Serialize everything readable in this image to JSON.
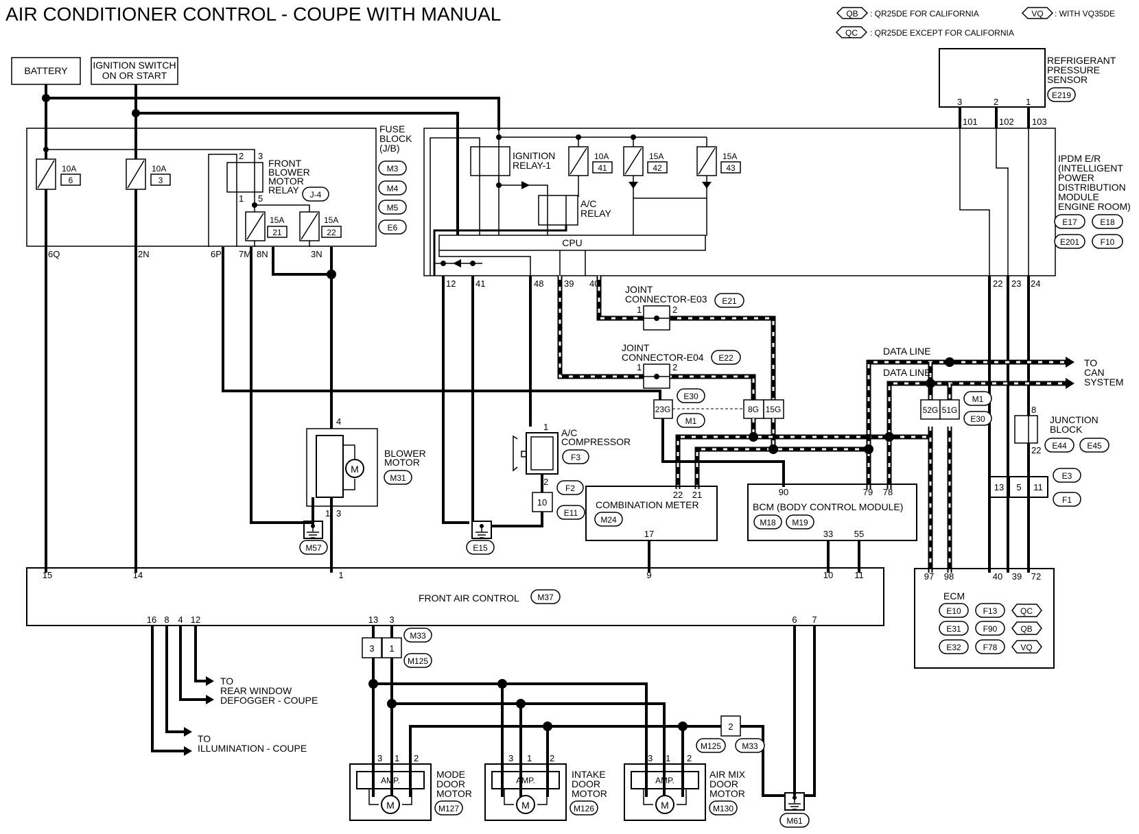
{
  "title": "AIR CONDITIONER CONTROL - COUPE WITH MANUAL",
  "legend": [
    {
      "code": "QB",
      "text": ": QR25DE FOR CALIFORNIA"
    },
    {
      "code": "QC",
      "text": ": QR25DE EXCEPT FOR CALIFORNIA"
    },
    {
      "code": "VQ",
      "text": ": WITH VQ35DE"
    }
  ],
  "sources": {
    "battery": "BATTERY",
    "ignition_line1": "IGNITION SWITCH",
    "ignition_line2": "ON OR START"
  },
  "fuse_block": {
    "label": [
      "FUSE",
      "BLOCK",
      "(J/B)"
    ],
    "connectors": [
      "M3",
      "M4",
      "M5",
      "E6"
    ],
    "fuses": [
      {
        "amp": "10A",
        "num": "6"
      },
      {
        "amp": "10A",
        "num": "3"
      },
      {
        "amp": "15A",
        "num": "21"
      },
      {
        "amp": "15A",
        "num": "22"
      }
    ],
    "relay_label": [
      "FRONT",
      "BLOWER",
      "MOTOR",
      "RELAY"
    ],
    "relay_connector": "J-4",
    "relay_pins": [
      "2",
      "3",
      "1",
      "5"
    ],
    "terminals": [
      "6Q",
      "2N",
      "6P",
      "7M",
      "8N",
      "3N"
    ]
  },
  "ipdm": {
    "label": [
      "IPDM E/R",
      "(INTELLIGENT",
      "POWER",
      "DISTRIBUTION",
      "MODULE",
      "ENGINE ROOM)"
    ],
    "connectors": [
      "E17",
      "E18",
      "E201",
      "F10"
    ],
    "ignition_relay": [
      "IGNITION",
      "RELAY-1"
    ],
    "ac_relay": [
      "A/C",
      "RELAY"
    ],
    "cpu": "CPU",
    "fuses": [
      {
        "amp": "10A",
        "num": "41"
      },
      {
        "amp": "15A",
        "num": "42"
      },
      {
        "amp": "15A",
        "num": "43"
      }
    ],
    "bottom_pins": [
      "12",
      "41",
      "48",
      "39",
      "40"
    ],
    "right_pins": [
      "22",
      "23",
      "24"
    ],
    "top_pins": [
      "101",
      "102",
      "103"
    ]
  },
  "refrigerant_sensor": {
    "label": [
      "REFRIGERANT",
      "PRESSURE",
      "SENSOR"
    ],
    "connector": "E219",
    "pins": [
      "3",
      "2",
      "1"
    ]
  },
  "joint_e03": {
    "label": [
      "JOINT",
      "CONNECTOR-E03"
    ],
    "connector": "E21",
    "pins": [
      "1",
      "2"
    ]
  },
  "joint_e04": {
    "label": [
      "JOINT",
      "CONNECTOR-E04"
    ],
    "connector": "E22",
    "pins": [
      "1",
      "2"
    ]
  },
  "data_line": [
    "DATA LINE",
    "DATA LINE"
  ],
  "can_label": [
    "TO",
    "CAN",
    "SYSTEM"
  ],
  "inline_connectors": {
    "e30_m1_left": {
      "pins": [
        "23G"
      ],
      "conn": [
        "E30",
        "M1"
      ]
    },
    "e30_m1_mid": {
      "pins": [
        "8G",
        "15G"
      ]
    },
    "m1_e30_right": {
      "pins": [
        "52G",
        "51G"
      ],
      "conn": [
        "M1",
        "E30"
      ]
    },
    "e3_f1": {
      "pins": [
        "13",
        "5",
        "11"
      ],
      "conn": [
        "E3",
        "F1"
      ]
    },
    "f2_e11": {
      "pins": [
        "10"
      ],
      "conn": [
        "F2",
        "E11"
      ]
    },
    "m33_m125": {
      "pins": [
        "3",
        "1"
      ],
      "conn": [
        "M33",
        "M125"
      ]
    },
    "m125_m33_gnd": {
      "pins": [
        "2"
      ],
      "conn": [
        "M125",
        "M33"
      ]
    }
  },
  "junction_block": {
    "label": [
      "JUNCTION",
      "BLOCK"
    ],
    "connectors": [
      "E44",
      "E45"
    ],
    "pins": [
      "8",
      "22"
    ]
  },
  "blower_motor": {
    "label": [
      "BLOWER",
      "MOTOR"
    ],
    "connector": "M31",
    "pins": [
      "4",
      "1",
      "3"
    ],
    "motor": "M"
  },
  "ac_compressor": {
    "label": [
      "A/C",
      "COMPRESSOR"
    ],
    "connector": "F3",
    "pins": [
      "1",
      "2"
    ]
  },
  "grounds": [
    "M57",
    "E15",
    "M61"
  ],
  "combination_meter": {
    "label": "COMBINATION METER",
    "connector": "M24",
    "pins": [
      "22",
      "21",
      "17"
    ]
  },
  "bcm": {
    "label": "BCM (BODY CONTROL MODULE)",
    "connectors": [
      "M18",
      "M19"
    ],
    "pins": [
      "90",
      "79",
      "78",
      "33",
      "55"
    ]
  },
  "ecm": {
    "label": "ECM",
    "pins": [
      "97",
      "98",
      "40",
      "39",
      "72"
    ],
    "rows": [
      {
        "a": "E10",
        "b": "F13",
        "code": "QC"
      },
      {
        "a": "E31",
        "b": "F90",
        "code": "QB"
      },
      {
        "a": "E32",
        "b": "F78",
        "code": "VQ"
      }
    ]
  },
  "front_air_control": {
    "label": "FRONT AIR CONTROL",
    "connector": "M37",
    "top_pins": [
      "15",
      "14",
      "1",
      "9",
      "10",
      "11"
    ],
    "bottom_pins": [
      "16",
      "8",
      "4",
      "12",
      "13",
      "3",
      "6",
      "7"
    ]
  },
  "destinations": {
    "rear_window": [
      "TO",
      "REAR WINDOW",
      "DEFOGGER - COUPE"
    ],
    "illumination": [
      "TO",
      "ILLUMINATION - COUPE"
    ]
  },
  "door_motors": [
    {
      "label": [
        "MODE",
        "DOOR",
        "MOTOR"
      ],
      "connector": "M127",
      "amp": "AMP.",
      "pins": [
        "3",
        "1",
        "2"
      ]
    },
    {
      "label": [
        "INTAKE",
        "DOOR",
        "MOTOR"
      ],
      "connector": "M126",
      "amp": "AMP.",
      "pins": [
        "3",
        "1",
        "2"
      ]
    },
    {
      "label": [
        "AIR MIX",
        "DOOR",
        "MOTOR"
      ],
      "connector": "M130",
      "amp": "AMP.",
      "pins": [
        "3",
        "1",
        "2"
      ]
    }
  ]
}
